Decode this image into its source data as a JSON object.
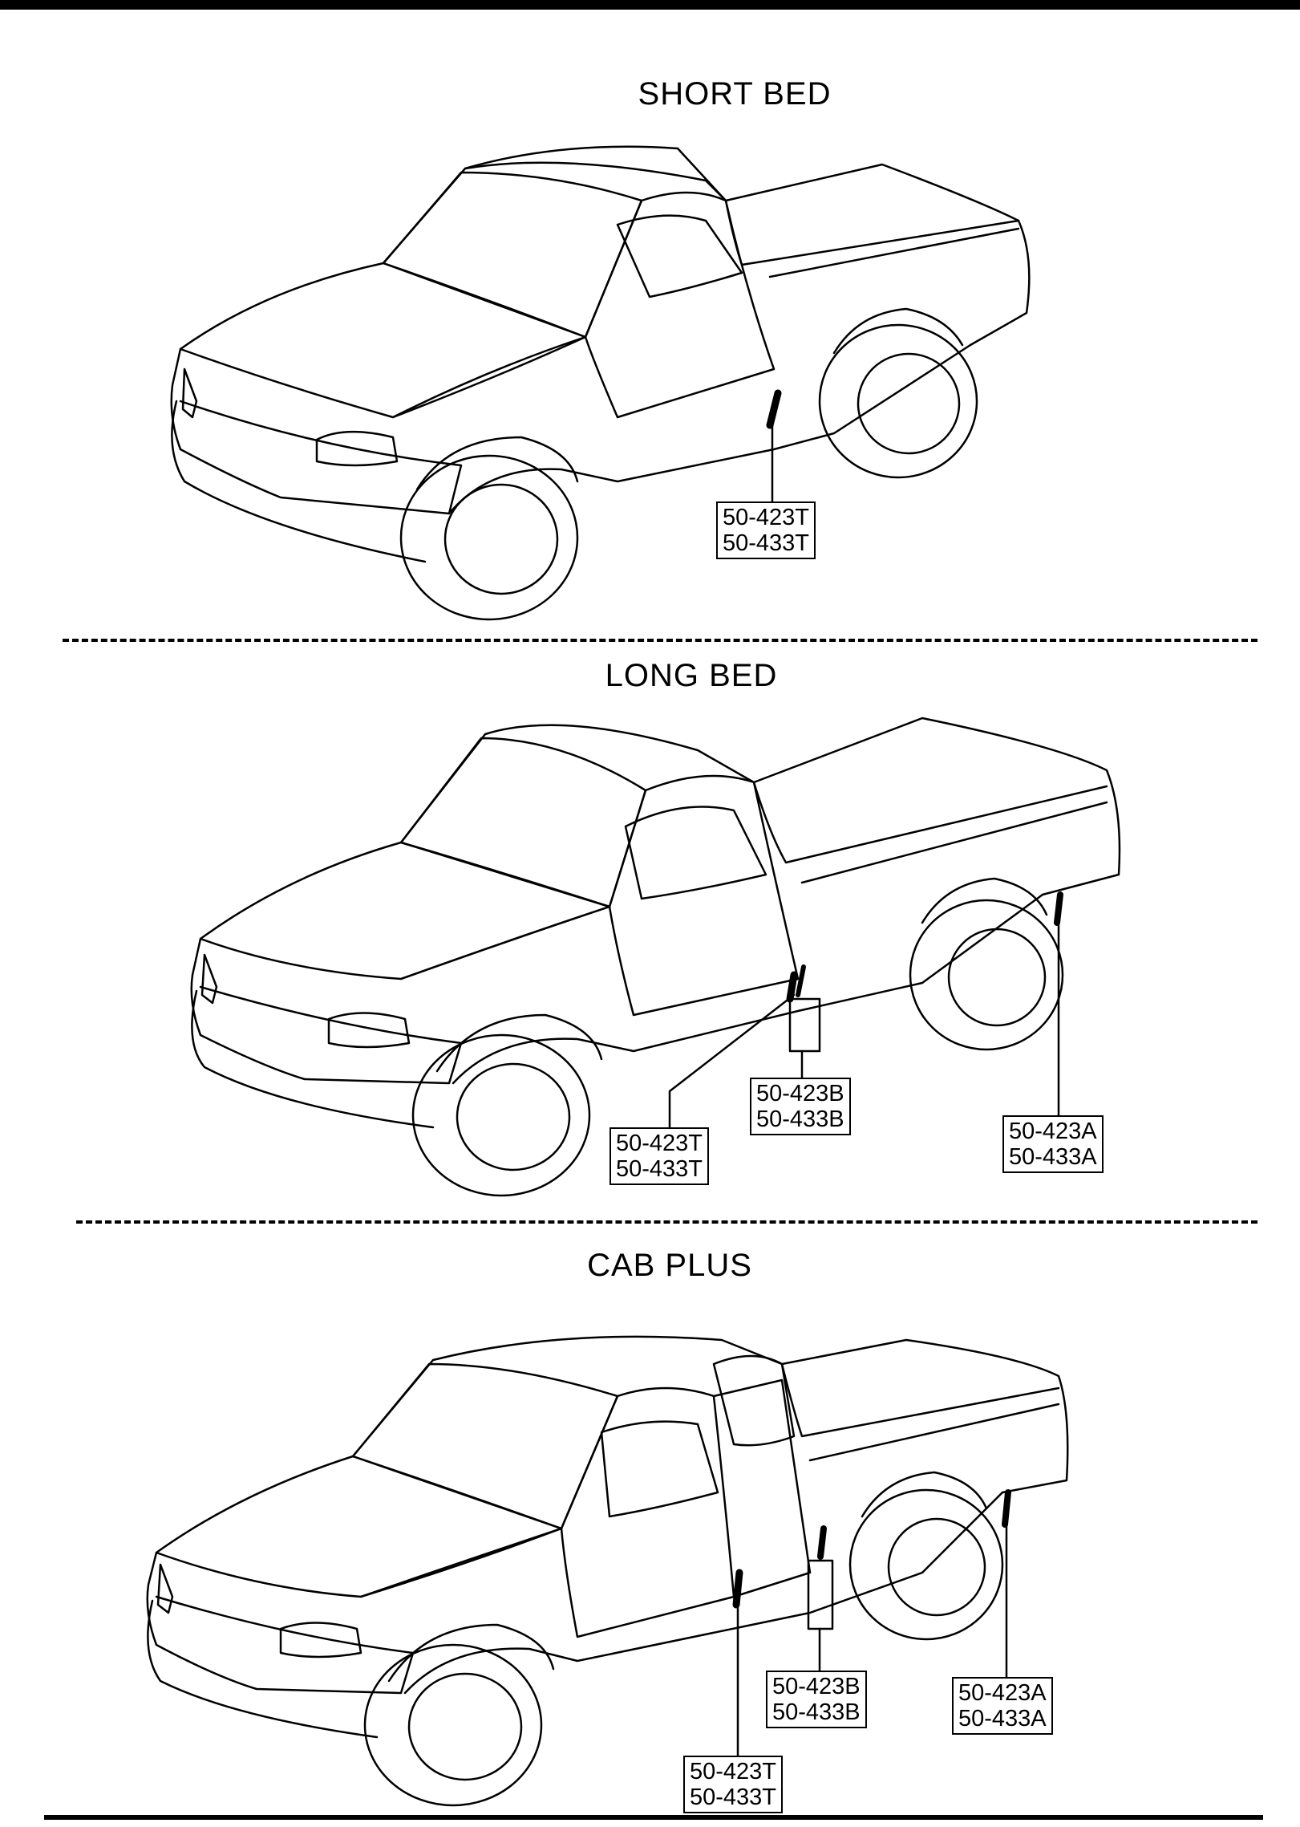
{
  "sections": [
    {
      "title": "SHORT BED",
      "callouts": [
        {
          "lines": [
            "50-423T",
            "50-433T"
          ]
        }
      ]
    },
    {
      "title": "LONG BED",
      "callouts": [
        {
          "lines": [
            "50-423B",
            "50-433B"
          ]
        },
        {
          "lines": [
            "50-423A",
            "50-433A"
          ]
        },
        {
          "lines": [
            "50-423T",
            "50-433T"
          ]
        }
      ]
    },
    {
      "title": "CAB PLUS",
      "callouts": [
        {
          "lines": [
            "50-423B",
            "50-433B"
          ]
        },
        {
          "lines": [
            "50-423A",
            "50-433A"
          ]
        },
        {
          "lines": [
            "50-423T",
            "50-433T"
          ]
        }
      ]
    }
  ]
}
